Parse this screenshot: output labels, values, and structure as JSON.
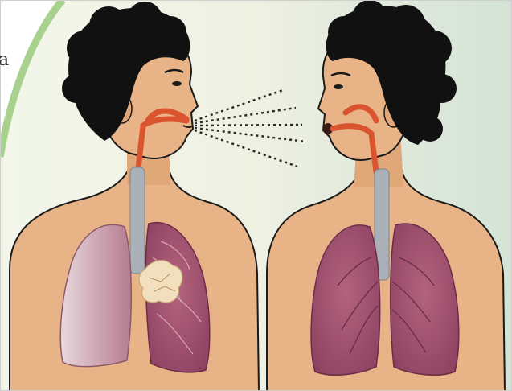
{
  "edge_text": "a",
  "figures": [
    {
      "name": "person-left",
      "role": "transmitter",
      "lung_condition": "diseased",
      "lesion": "tumor-right-lung"
    },
    {
      "name": "person-right",
      "role": "receiver",
      "lung_condition": "healthy"
    }
  ],
  "transmission": {
    "style": "dotted-lines",
    "direction": "left-to-right",
    "lines": 5
  },
  "colors": {
    "background_left": "#eef5e4",
    "background_right": "#d8e6d8",
    "arc": "#a9d18e",
    "skin": "#e8b487",
    "skin_shadow": "#d39a6c",
    "hair": "#111111",
    "lung": "#a85872",
    "lung_dark": "#7a3550",
    "lung_pale": "#c9a0ad",
    "trachea": "#a9b0b8",
    "airway": "#d9542f",
    "lesion": "#f2dfbd",
    "outline": "#1a1a1a"
  }
}
